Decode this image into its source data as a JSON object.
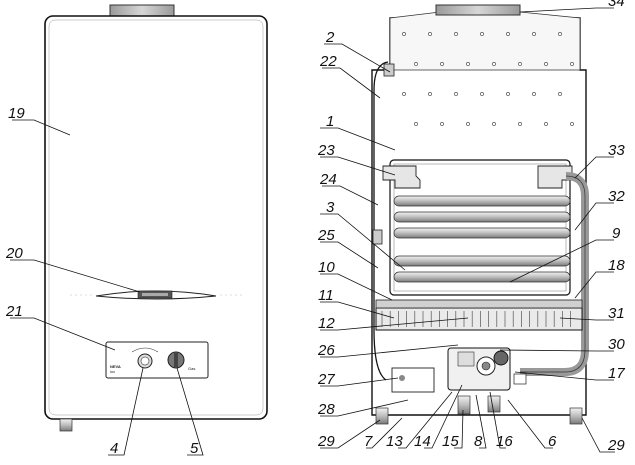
{
  "brand_label": "NEVA",
  "power_label": "lux",
  "knob_label": "Gas",
  "callouts": {
    "n1": "1",
    "n2": "2",
    "n3": "3",
    "n4": "4",
    "n5": "5",
    "n6": "6",
    "n7": "7",
    "n8": "8",
    "n9": "9",
    "n10": "10",
    "n11": "11",
    "n12": "12",
    "n13": "13",
    "n14": "14",
    "n15": "15",
    "n16": "16",
    "n17": "17",
    "n18": "18",
    "n19": "19",
    "n20": "20",
    "n21": "21",
    "n22": "22",
    "n23": "23",
    "n24": "24",
    "n25": "25",
    "n26": "26",
    "n27": "27",
    "n28": "28",
    "n29a": "29",
    "n29b": "29",
    "n30": "30",
    "n31": "31",
    "n32": "32",
    "n33": "33",
    "n34": "34"
  },
  "colors": {
    "line": "#1a1a1a",
    "panel": "#ffffff",
    "flue": "#bdbdbd",
    "metal": "#d9d9d9",
    "dark": "#8a8a8a"
  }
}
